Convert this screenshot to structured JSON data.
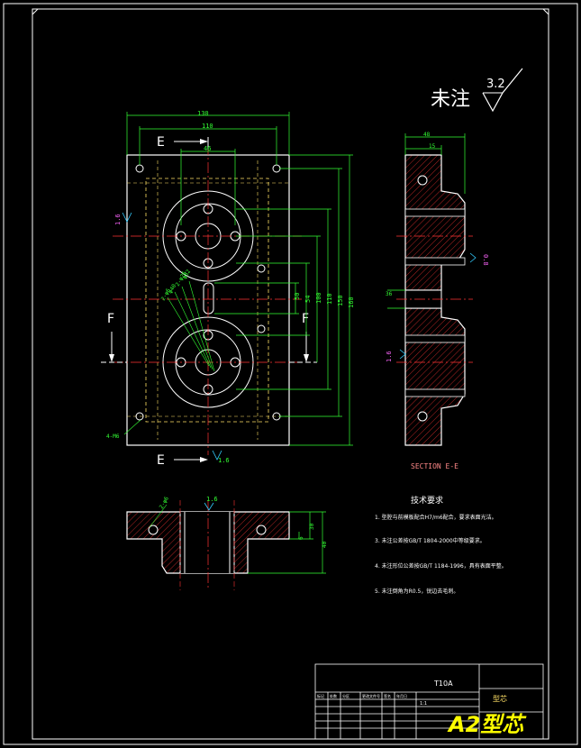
{
  "surface_finish_note": {
    "text": "未注",
    "roughness": "3.2"
  },
  "front_view": {
    "dimensions_top": [
      "130",
      "110",
      "46"
    ],
    "dimensions_right": [
      "50",
      "54",
      "100",
      "110",
      "150",
      "160"
    ],
    "section_label_top": "E",
    "section_label_bottom": "E",
    "section_label_left": "F",
    "section_label_right": "F",
    "roughness": "1.6",
    "roughness_bottom": "1.6",
    "thread_callout": "4-M6",
    "hole_callouts": [
      "φ52",
      "2-φ26",
      "φ40",
      "2-φ6"
    ]
  },
  "side_view": {
    "dimensions": [
      "48",
      "15",
      "36"
    ],
    "roughness_right": "0.8",
    "roughness_left": "1.6",
    "caption": "SECTION E-E"
  },
  "bottom_view": {
    "roughness": "1.6",
    "hole_callout": "2-φ6",
    "dimensions": [
      "6",
      "30",
      "40"
    ]
  },
  "technical_requirements": {
    "title": "技术要求",
    "items": [
      "1. 型腔与前模板配合H7/m6配合，要求表面光洁。",
      "3. 未注公差按GB/T 1804-2000中等级要求。",
      "4. 未注形位公差按GB/T 1184-1996，具有表面平整。",
      "5. 未注倒角为R0.5，锐边去毛刺。"
    ]
  },
  "title_block": {
    "material": "T10A",
    "part_name": "型芯",
    "drawing_no": "",
    "row_headers": [
      "标记",
      "处数",
      "分区",
      "更改文件号",
      "签名",
      "年月日"
    ],
    "scale": "1:1"
  },
  "watermark": "A2型芯"
}
